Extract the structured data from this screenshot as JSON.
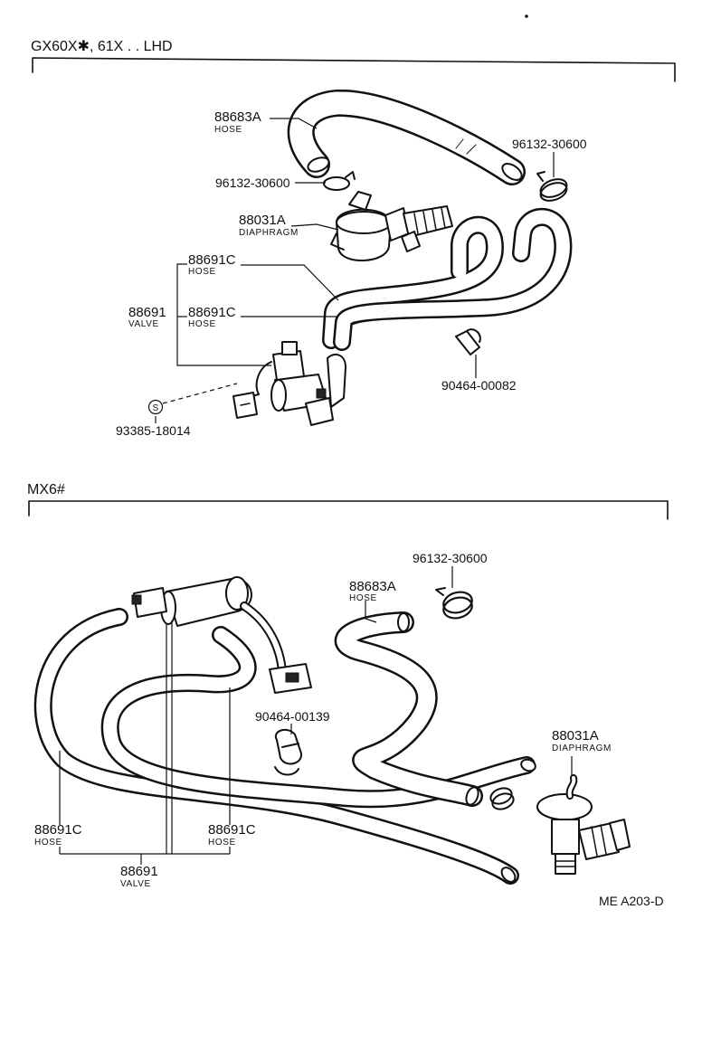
{
  "sections": {
    "top": {
      "title": "GX60X✱, 61X . . LHD"
    },
    "bottom": {
      "title": "MX6#"
    }
  },
  "top_labels": {
    "hose_88683a": {
      "number": "88683A",
      "name": "HOSE"
    },
    "clamp_96132_right": {
      "number": "96132-30600"
    },
    "clamp_96132_left": {
      "number": "96132-30600"
    },
    "diaphragm_88031a": {
      "number": "88031A",
      "name": "DIAPHRAGM"
    },
    "hose_88691c_a": {
      "number": "88691C",
      "name": "HOSE"
    },
    "hose_88691c_b": {
      "number": "88691C",
      "name": "HOSE"
    },
    "valve_88691": {
      "number": "88691",
      "name": "VALVE"
    },
    "clip_90464_00082": {
      "number": "90464-00082"
    },
    "screw_93385": {
      "number": "93385-18014",
      "symbol": "S"
    }
  },
  "bottom_labels": {
    "clamp_96132": {
      "number": "96132-30600"
    },
    "hose_88683a": {
      "number": "88683A",
      "name": "HOSE"
    },
    "clip_90464_00139": {
      "number": "90464-00139"
    },
    "diaphragm_88031a": {
      "number": "88031A",
      "name": "DIAPHRAGM"
    },
    "hose_88691c_left": {
      "number": "88691C",
      "name": "HOSE"
    },
    "hose_88691c_right": {
      "number": "88691C",
      "name": "HOSE"
    },
    "valve_88691": {
      "number": "88691",
      "name": "VALVE"
    }
  },
  "footer": {
    "code": "ME A203-D"
  }
}
